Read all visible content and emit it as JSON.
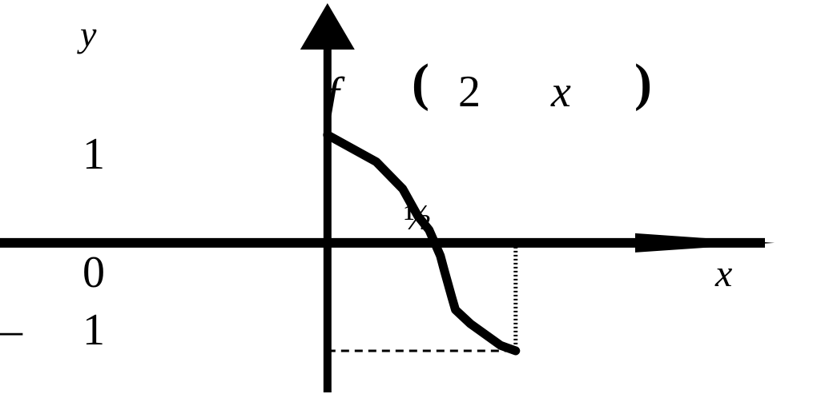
{
  "chart_data": {
    "type": "line",
    "title": {
      "func": "f",
      "open_paren": "(",
      "coef": "2",
      "var": "x",
      "close_paren": ")"
    },
    "xlabel": "x",
    "ylabel": "y",
    "tick_labels": {
      "y_pos_one": "1",
      "origin": "0",
      "y_neg_sign": "–",
      "y_neg_one": "1",
      "x_half": "½"
    },
    "xlim": [
      -0.87,
      1.29
    ],
    "ylim": [
      -1.4,
      2.25
    ],
    "series": [
      {
        "x": [
          0,
          0.13,
          0.2,
          0.24,
          0.27,
          0.3,
          0.31,
          0.33,
          0.34,
          0.38,
          0.42,
          0.46,
          0.5
        ],
        "y": [
          1,
          0.75,
          0.5,
          0.25,
          0.12,
          -0.12,
          -0.25,
          -0.5,
          -0.62,
          -0.75,
          -0.85,
          -0.95,
          -1
        ]
      }
    ],
    "guides": [
      {
        "style": "dashed",
        "x": [
          0,
          0.5
        ],
        "y": [
          -1,
          -1
        ]
      },
      {
        "style": "dotted",
        "x": [
          0.5,
          0.5
        ],
        "y": [
          0,
          -1
        ]
      }
    ],
    "grid": false,
    "legend": "none"
  }
}
